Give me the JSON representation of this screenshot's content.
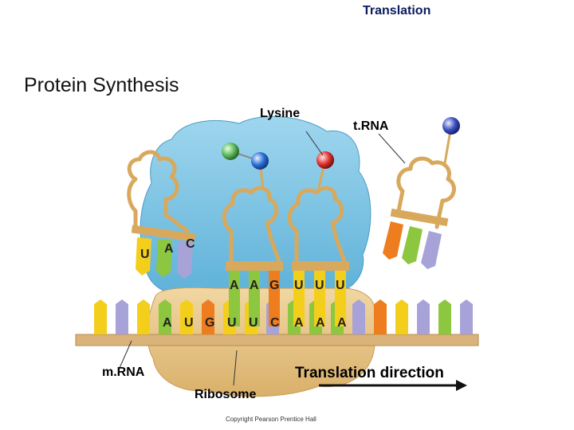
{
  "header": {
    "title": "Translation"
  },
  "slide": {
    "title": "Protein Synthesis"
  },
  "labels": {
    "lysine": "Lysine",
    "trna": "t.RNA",
    "mrna": "m.RNA",
    "ribosome": "Ribosome",
    "direction": "Translation direction",
    "copyright": "Copyright Pearson Prentice Hall"
  },
  "anticodons": {
    "left_trna": [
      "U",
      "A",
      "C"
    ],
    "middle_row": [
      "A",
      "A",
      "G",
      "U",
      "U",
      "U"
    ]
  },
  "mrna_codons": [
    "A",
    "U",
    "G",
    "U",
    "U",
    "C",
    "A",
    "A",
    "A"
  ],
  "colors": {
    "ribosome_large": "#7ec3e3",
    "ribosome_small": "#e9c98d",
    "trna_strand": "#d8a95c",
    "base_yellow": "#f3cf1c",
    "base_green": "#8dc63f",
    "base_purple": "#a7a3d8",
    "base_orange": "#ee7d1f",
    "amino_green": "#5cb85c",
    "amino_blue": "#2a6fd6",
    "amino_red": "#e0302e",
    "amino_navy": "#3b4fc0",
    "arrow": "#111111"
  }
}
